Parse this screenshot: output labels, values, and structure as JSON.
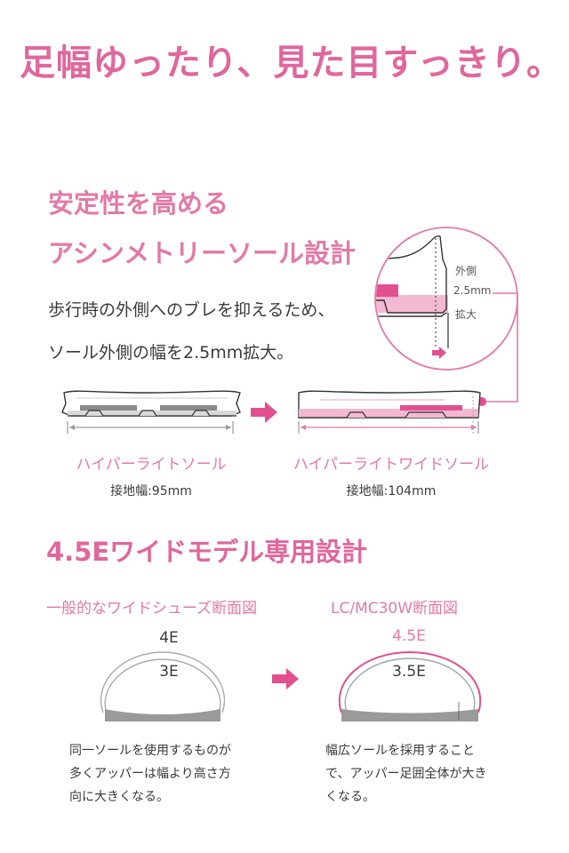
{
  "headline": "足幅ゆったり、見た目すっきり。",
  "section_sole": {
    "title_line1": "安定性を高める",
    "title_line2": "アシンメトリーソール設計",
    "body_line1": "歩行時の外側へのブレを抑えるため、",
    "body_line2": "ソール外側の幅を2.5mm拡大。",
    "callout": {
      "line1": "外側",
      "line2": "2.5mm",
      "line3": "拡大"
    },
    "sole_before": {
      "name": "ハイパーライトソール",
      "width": "接地幅:95mm"
    },
    "sole_after": {
      "name": "ハイパーライトワイドソール",
      "width": "接地幅:104mm"
    }
  },
  "section_wide": {
    "title": "4.5Eワイドモデル専用設計",
    "left": {
      "subtitle": "一般的なワイドシューズ断面図",
      "outer_label": "4E",
      "inner_label": "3E",
      "caption_line1": "同一ソールを使用するものが",
      "caption_line2": "多くアッパーは幅より高さ方",
      "caption_line3": "向に大きくなる。"
    },
    "right": {
      "subtitle": "LC/MC30W断面図",
      "outer_label": "4.5E",
      "inner_label": "3.5E",
      "caption_line1": "幅広ソールを採用すること",
      "caption_line2": "で、アッパー足囲全体が大き",
      "caption_line3": "くなる。"
    }
  },
  "colors": {
    "accent_pink": "#e0679c",
    "light_pink": "#f3b8d2",
    "hot_pink": "#e2508f",
    "text_gray": "#3a3a3a",
    "sole_gray": "#9a9a9a"
  }
}
